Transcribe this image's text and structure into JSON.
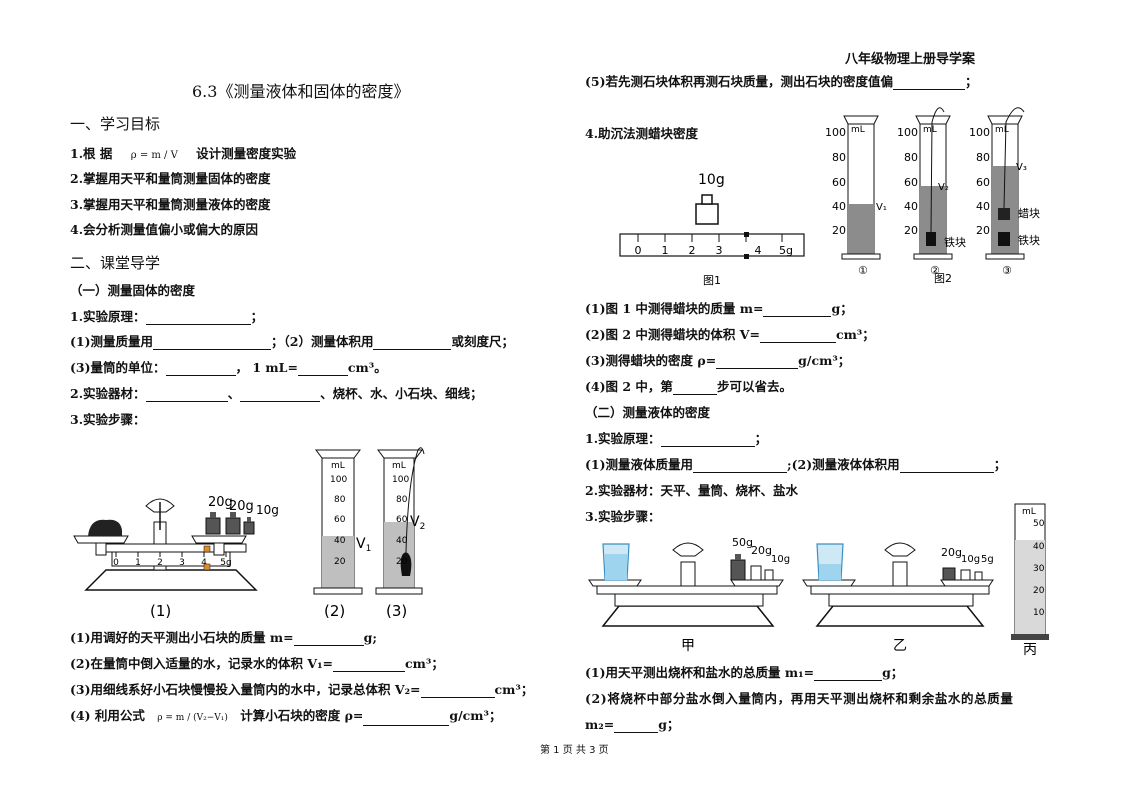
{
  "header": {
    "right_title": "八年级物理上册导学案"
  },
  "title": "6.3《测量液体和固体的密度》",
  "sec1": {
    "heading": "一、学习目标",
    "g1_a": "1.根 据",
    "g1_formula": "ρ = m / V",
    "g1_b": "设计测量密度实验",
    "g2": "2.掌握用天平和量筒测量固体的密度",
    "g3": "3.掌握用天平和量筒测量液体的密度",
    "g4": "4.会分析测量值偏小或偏大的原因"
  },
  "sec2": {
    "heading": "二、课堂导学",
    "sub1": "（一）测量固体的密度",
    "l1": "1.实验原理：",
    "l2a": "(1)测量质量用",
    "l2b": "；（2）测量体积用",
    "l2c": "或刻度尺；",
    "l3a": "(3)量筒的单位：",
    "l3b": "，   1 mL=",
    "l3c": "cm³。",
    "l4a": "2.实验器材：",
    "l4b": "、",
    "l4c": "、烧杯、水、小石块、细线；",
    "l5": "3.实验步骤：",
    "s1a": "(1)用调好的天平测出小石块的质量 m=",
    "s1b": "g;",
    "s2a": "(2)在量筒中倒入适量的水，记录水的体积 V₁=",
    "s2b": "cm³；",
    "s3a": "(3)用细线系好小石块慢慢投入量筒内的水中，记录总体积 V₂=",
    "s3b": "cm³；",
    "s4a": "(4) 利用公式",
    "s4_formula": "ρ = m / (V₂−V₁)",
    "s4b": "计算小石块的密度 ρ=",
    "s4c": "g/cm³；"
  },
  "fig_left": {
    "weights": [
      "20g",
      "20g",
      "10g"
    ],
    "ruler_ticks": [
      "0",
      "1",
      "2",
      "3",
      "4",
      "5g"
    ],
    "cyl_unit": "mL",
    "cyl_ticks": [
      "100",
      "80",
      "60",
      "40",
      "20"
    ],
    "v1": "V",
    "v1_sub": "1",
    "v2": "V",
    "v2_sub": "2",
    "labels": [
      "(1)",
      "(2)",
      "(3)"
    ]
  },
  "right": {
    "r0a": "(5)若先测石块体积再测石块质量，测出石块的密度值偏",
    "r0b": "；",
    "r1": "4.助沉法测蜡块密度",
    "fig1_weight": "10g",
    "fig1_ticks": [
      "0",
      "1",
      "2",
      "3",
      "4",
      "5g"
    ],
    "fig1_caption": "图1",
    "fig2_unit": "mL",
    "fig2_ticks": [
      "100",
      "80",
      "60",
      "40",
      "20"
    ],
    "fig2_v": [
      "V₁",
      "V₂",
      "V₃"
    ],
    "fig2_labels": [
      "①",
      "②",
      "③"
    ],
    "fig2_iron": "铁块",
    "fig2_wax": "蜡块",
    "fig2_caption": "图2",
    "q1a": "(1)图 1 中测得蜡块的质量 m=",
    "q1b": "g；",
    "q2a": "(2)图 2 中测得蜡块的体积 V=",
    "q2b": "cm³；",
    "q3a": "(3)测得蜡块的密度 ρ=",
    "q3b": "g/cm³；",
    "q4a": "(4)图 2 中，第",
    "q4b": "步可以省去。",
    "sub2": "（二）测量液体的密度",
    "p1": "1.实验原理：",
    "p2a": "(1)测量液体质量用",
    "p2b": ";(2)测量液体体积用",
    "p2c": "；",
    "p3": "2.实验器材：天平、量筒、烧杯、盐水",
    "p4": "3.实验步骤：",
    "fig3_w_a": [
      "50g",
      "20g",
      "10g"
    ],
    "fig3_w_b": [
      "20g",
      "10g",
      "5g"
    ],
    "fig3_labels": [
      "甲",
      "乙",
      "丙"
    ],
    "fig3_cyl_unit": "mL",
    "fig3_cyl_ticks": [
      "50",
      "40",
      "30",
      "20",
      "10"
    ],
    "t1a": "(1)用天平测出烧杯和盐水的总质量 m₁=",
    "t1b": "g；",
    "t2": "(2)将烧杯中部分盐水倒入量筒内，再用天平测出烧杯和剩余盐水的总质量",
    "t3a": "m₂=",
    "t3b": "g；"
  },
  "footer": "第 1 页 共 3 页"
}
